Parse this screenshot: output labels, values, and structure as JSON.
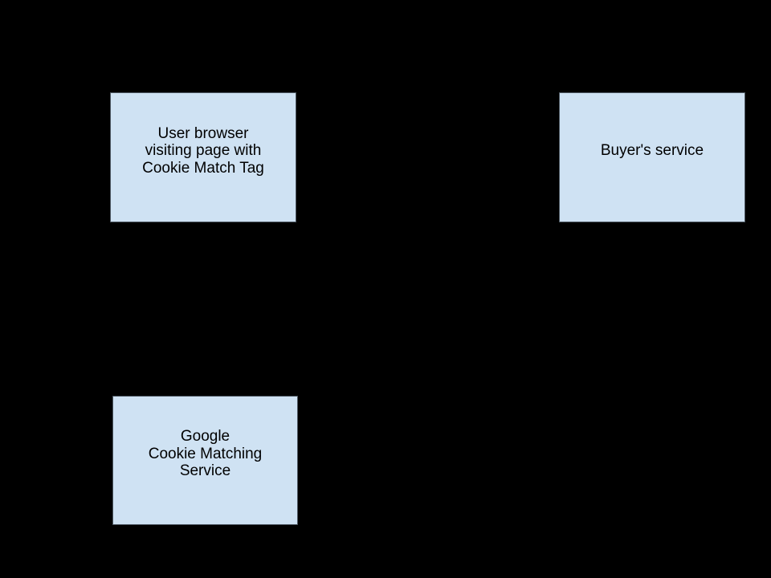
{
  "diagram": {
    "description": "Cookie matching flow diagram with three entity boxes on a black background",
    "background_color": "#000000",
    "node_fill_color": "#cfe2f3",
    "node_border_color": "#4d5761",
    "node_text_color": "#000000",
    "nodes": [
      {
        "id": "user-browser",
        "lines": [
          "User browser",
          "visiting page with",
          "Cookie Match Tag"
        ]
      },
      {
        "id": "buyers-service",
        "lines": [
          "Buyer's service"
        ]
      },
      {
        "id": "google-cookie-matching-service",
        "lines": [
          "Google",
          "Cookie Matching",
          "Service"
        ]
      }
    ]
  }
}
